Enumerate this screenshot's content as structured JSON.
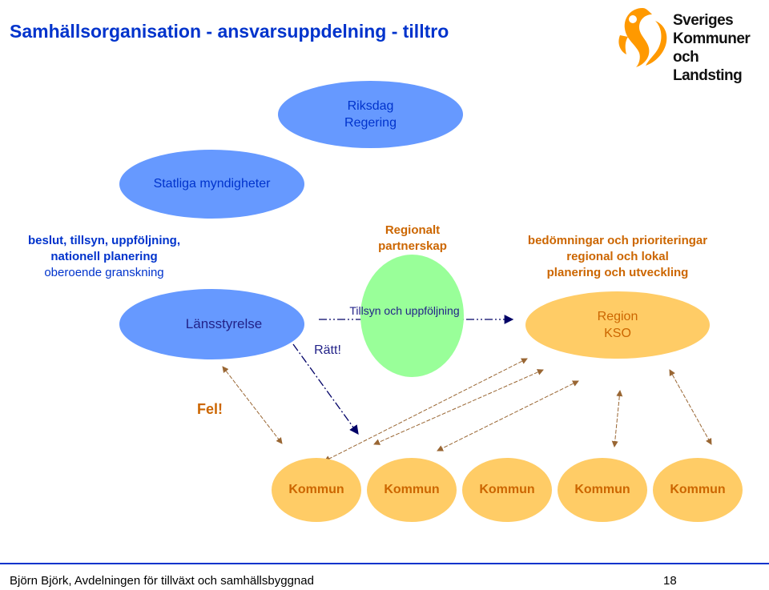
{
  "title": "Samhällsorganisation - ansvarsuppdelning - tilltro",
  "logo": {
    "lines": [
      "Sveriges",
      "Kommuner",
      "och Landsting"
    ],
    "mark_color": "#ff9900"
  },
  "nodes": {
    "riksdag": {
      "line1": "Riksdag",
      "line2": "Regering"
    },
    "statliga": "Statliga myndigheter",
    "lansstyrelse": "Länsstyrelse",
    "regionalt": {
      "line1": "Regionalt",
      "line2": "partnerskap"
    },
    "region": {
      "line1": "Region",
      "line2": "KSO"
    },
    "kommuner": [
      "Kommun",
      "Kommun",
      "Kommun",
      "Kommun",
      "Kommun"
    ]
  },
  "labels": {
    "left_block": {
      "line1": "beslut, tillsyn, uppföljning,",
      "line2": "nationell planering",
      "line3": "oberoende granskning"
    },
    "right_block": {
      "line1": "bedömningar och prioriteringar",
      "line2": "regional och lokal",
      "line3": "planering och utveckling"
    },
    "tillsyn": "Tillsyn och uppföljning",
    "ratt": "Rätt!",
    "fel": "Fel!"
  },
  "colors": {
    "blue_fill": "#6699ff",
    "blue_text": "#0033cc",
    "orange_fill": "#ffcc66",
    "orange_text": "#cc6600",
    "green_fill": "#99ff99",
    "arrow_brown": "#996633",
    "arrow_navy": "#000066"
  },
  "footer": {
    "text": "Björn Björk, Avdelningen för tillväxt och samhällsbyggnad",
    "page": "18"
  }
}
